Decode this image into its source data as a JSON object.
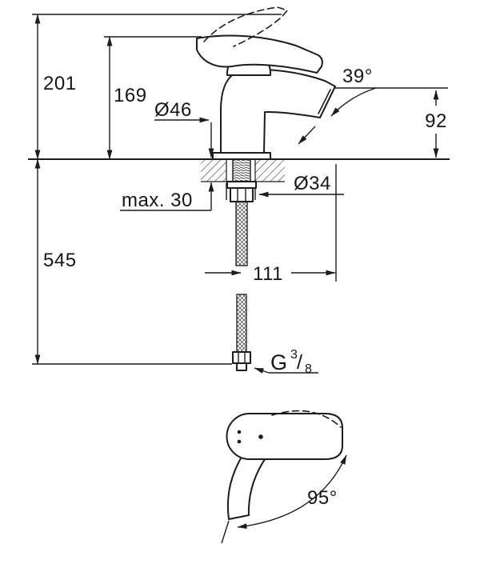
{
  "drawing": {
    "labels": {
      "total_height": "201",
      "lever_height": "169",
      "base_diameter": "Ø46",
      "aerator_angle": "39°",
      "outlet_height": "92",
      "hole_diameter": "Ø34",
      "max_thickness": "max. 30",
      "hose_length": "545",
      "spout_projection": "111",
      "thread_prefix": "G",
      "thread_numerator": "3",
      "thread_slash": "/",
      "thread_denominator": "8",
      "swivel_angle": "95°"
    },
    "colors": {
      "line": "#1c1c1c",
      "background": "#ffffff"
    }
  }
}
